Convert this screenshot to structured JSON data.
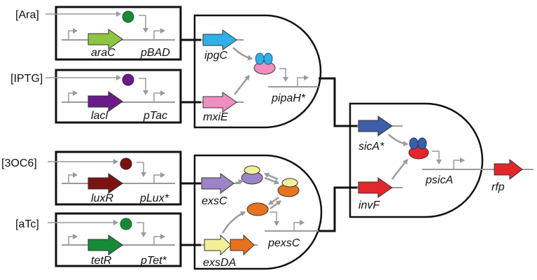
{
  "inputs": {
    "ara": "[Ara]",
    "iptg": "[IPTG]",
    "oc6": "[3OC6]",
    "atc": "[aTc]"
  },
  "genes": {
    "arac": "araC",
    "pbad": "pBAD",
    "lacl": "lacl",
    "ptac": "pTac",
    "luxr": "luxR",
    "plux": "pLux*",
    "tetr": "tetR",
    "ptet": "pTet*",
    "ipgc": "ipgC",
    "mxie": "mxiE",
    "pipah": "pipaH*",
    "exsc": "exsC",
    "exsda": "exsDA",
    "pexsc": "pexsC",
    "sica": "sicA*",
    "invf": "invF",
    "psica": "psicA",
    "rfp": "rfp"
  },
  "colors": {
    "arac": "#8dc63f",
    "lacl": "#6a1b8a",
    "luxr": "#7a1212",
    "tetr": "#178a3a",
    "ipgc": "#2fb0e8",
    "mxie": "#f08fbf",
    "exsc": "#9a86c6",
    "exsd": "#f2ef9a",
    "exsa": "#e8731e",
    "sica": "#3d5eab",
    "invf": "#e3262c",
    "rfp": "#e3262c",
    "inducer_green": "#178a3a",
    "inducer_purple": "#6a1b8a",
    "inducer_brown": "#7a1212",
    "gray": "#9a9a9a"
  }
}
